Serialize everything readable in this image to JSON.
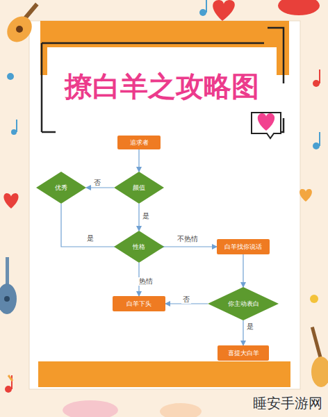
{
  "diagram": {
    "title": "撩白羊之攻略图",
    "nodes": [
      {
        "text": [
          "追求者"
        ]
      },
      {
        "text": [
          "颜值"
        ]
      },
      {
        "text": [
          "优秀"
        ]
      },
      {
        "text": [
          "性格"
        ]
      },
      {
        "text": [
          "白羊找你说话"
        ]
      },
      {
        "text": [
          "白羊下头"
        ]
      },
      {
        "text": [
          "你主动表白"
        ]
      },
      {
        "text": [
          "喜提大白羊"
        ]
      }
    ],
    "edges": [
      {
        "from": 0,
        "to": 1,
        "arrow": "to"
      },
      {
        "from": 1,
        "to": 2,
        "label": "否",
        "arrow": "to"
      },
      {
        "from": 1,
        "to": 3,
        "label": "是",
        "arrow": "to"
      },
      {
        "from": 2,
        "to": 3,
        "label": "是",
        "arrow": "to"
      },
      {
        "from": 3,
        "to": 4,
        "label": "不热情",
        "arrow": "to"
      },
      {
        "from": 3,
        "to": 5,
        "label": "热情",
        "arrow": "to"
      },
      {
        "from": 4,
        "to": 6,
        "arrow": "to"
      },
      {
        "from": 6,
        "to": 5,
        "label": "否",
        "arrow": "to"
      },
      {
        "from": 6,
        "to": 7,
        "label": "是",
        "arrow": "to"
      }
    ],
    "labels": [
      "睡安手游网"
    ]
  }
}
